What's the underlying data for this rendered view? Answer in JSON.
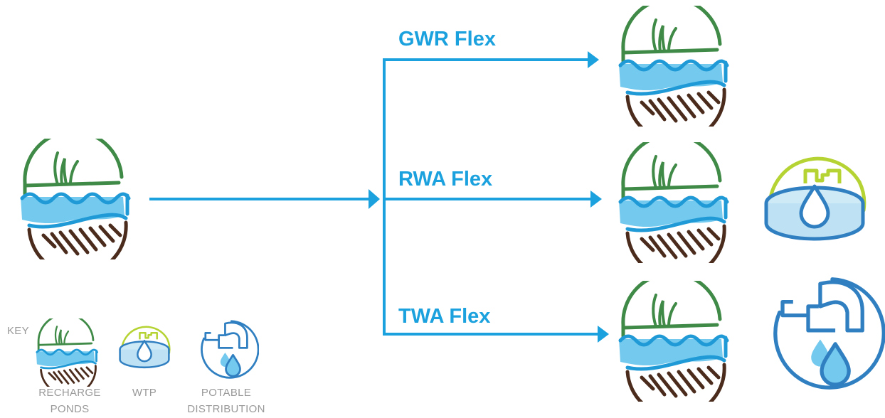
{
  "colors": {
    "flow": "#1ba1dd",
    "grass": "#3f8a46",
    "water_light": "#74c9ee",
    "water_line": "#1f9ad6",
    "soil": "#4a2b1c",
    "wtp_lime": "#b6d334",
    "wtp_blue": "#2f7fc1",
    "potable_blue": "#2f7fc1",
    "key_text": "#999999"
  },
  "flows": [
    {
      "label": "GWR Flex",
      "icons": [
        "recharge-ponds"
      ]
    },
    {
      "label": "RWA Flex",
      "icons": [
        "recharge-ponds",
        "wtp"
      ]
    },
    {
      "label": "TWA Flex",
      "icons": [
        "recharge-ponds",
        "potable-distribution"
      ]
    }
  ],
  "source_icon": "recharge-ponds",
  "key": {
    "title": "KEY",
    "items": [
      {
        "icon": "recharge-ponds",
        "line1": "RECHARGE",
        "line2": "PONDS"
      },
      {
        "icon": "wtp",
        "line1": "WTP",
        "line2": ""
      },
      {
        "icon": "potable-distribution",
        "line1": "POTABLE",
        "line2": "DISTRIBUTION"
      }
    ]
  }
}
